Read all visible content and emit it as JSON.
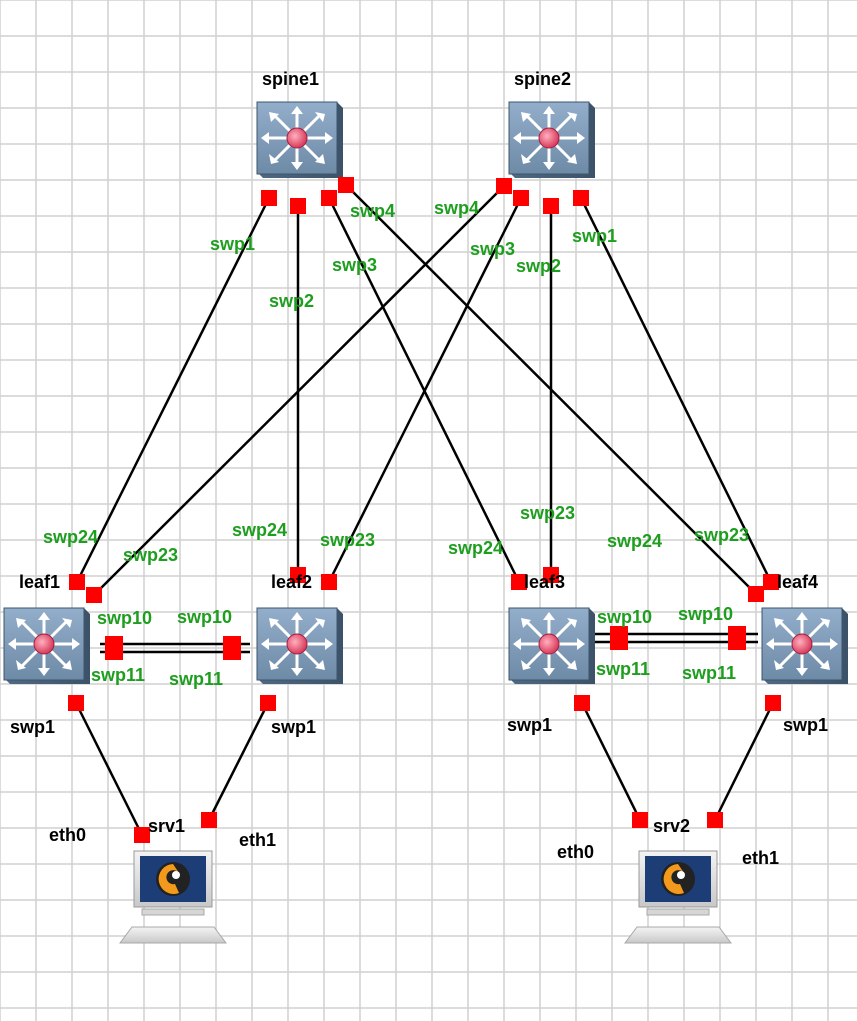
{
  "colors": {
    "grid": "#d0d0d0",
    "link": "#000000",
    "port": "#ff0000",
    "port_label": "#1e9e1e",
    "switch_body": "#6d8aa6",
    "switch_center": "#e0506a"
  },
  "nodes": {
    "spine1": {
      "label": "spine1",
      "icon": "switch-icon"
    },
    "spine2": {
      "label": "spine2",
      "icon": "switch-icon"
    },
    "leaf1": {
      "label": "leaf1",
      "icon": "switch-icon"
    },
    "leaf2": {
      "label": "leaf2",
      "icon": "switch-icon"
    },
    "leaf3": {
      "label": "leaf3",
      "icon": "switch-icon"
    },
    "leaf4": {
      "label": "leaf4",
      "icon": "switch-icon"
    },
    "srv1": {
      "label": "srv1",
      "icon": "server-icon"
    },
    "srv2": {
      "label": "srv2",
      "icon": "server-icon"
    }
  },
  "ports": {
    "spine1_swp1": "swp1",
    "spine1_swp2": "swp2",
    "spine1_swp3": "swp3",
    "spine1_swp4": "swp4",
    "spine2_swp1": "swp1",
    "spine2_swp2": "swp2",
    "spine2_swp3": "swp3",
    "spine2_swp4": "swp4",
    "leaf1_swp24": "swp24",
    "leaf1_swp23": "swp23",
    "leaf1_swp10": "swp10",
    "leaf1_swp11": "swp11",
    "leaf1_swp1": "swp1",
    "leaf2_swp24": "swp24",
    "leaf2_swp23": "swp23",
    "leaf2_swp10": "swp10",
    "leaf2_swp11": "swp11",
    "leaf2_swp1": "swp1",
    "leaf3_swp24": "swp24",
    "leaf3_swp23": "swp23",
    "leaf3_swp10": "swp10",
    "leaf3_swp11": "swp11",
    "leaf3_swp1": "swp1",
    "leaf4_swp24": "swp24",
    "leaf4_swp23": "swp23",
    "leaf4_swp10": "swp10",
    "leaf4_swp11": "swp11",
    "leaf4_swp1": "swp1",
    "srv1_eth0": "eth0",
    "srv1_eth1": "eth1",
    "srv2_eth0": "eth0",
    "srv2_eth1": "eth1"
  }
}
